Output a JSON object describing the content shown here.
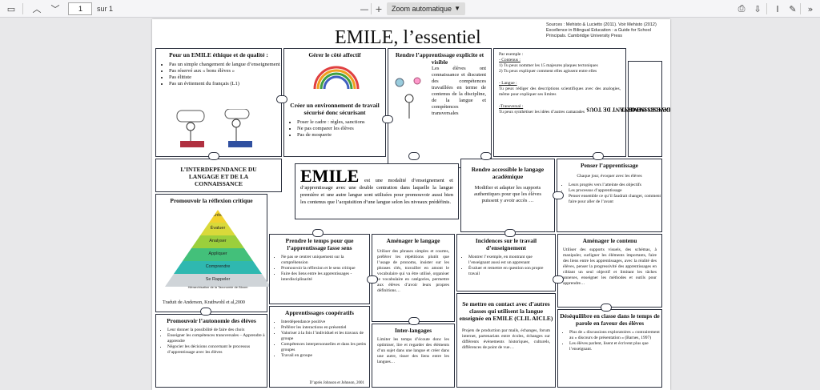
{
  "toolbar": {
    "page_number": "1",
    "page_total": "sur 1",
    "zoom": "Zoom automatique",
    "icons": [
      "sidebar-icon",
      "arrow-up-icon",
      "arrow-down-icon",
      "minus-icon",
      "plus-icon",
      "print-icon",
      "save-icon",
      "text-cursor-icon",
      "pen-icon",
      "more-icon"
    ]
  },
  "doc": {
    "title": "EMILE, l’essentiel",
    "sources": "Sources : Mehisto & Lucietto (2011). Voir Mehisto (2012) Excellence in Bilingual Education : a Guide for School Principals. Cambridge University Press",
    "vertical": "HAUTES EXIGENCES IMPORTANT DE TOUS",
    "vertical2": "INVESTISSEMENT",
    "emile_word": "EMILE",
    "emile_text": "est une modalité d’enseignement et d’apprentissage avec une double centration dans laquelle la langue première et une autre langue sont utilisées pour promouvoir aussi bien les contenus que l’acquisition d’une langue selon les niveaux prédéfinis.",
    "cards": {
      "ethique": {
        "title": "Pour un EMILE éthique et de qualité :",
        "items": [
          "Pas un simple changement de langue d’enseignement",
          "Pas réservé aux « bons élèves »",
          "Pas élitiste",
          "Pas un évitement du français (L1)"
        ]
      },
      "affectif": {
        "title": "Gérer le côté affectif",
        "subtitle": "Créer un environnement de travail sécurisé donc sécurisant",
        "items": [
          "Poser le cadre : règles, sanctions",
          "Ne pas comparer les élèves",
          "Pas de moquerie"
        ]
      },
      "explicite": {
        "title": "Rendre l’apprentissage explicite et visible",
        "text": "Les élèves ont connaissance et discutent des compétences travaillées en terme de contenus de la discipline, de la langue et compétences transversales"
      },
      "exemple": {
        "lines": [
          "Par exemple :",
          "- Contenus :",
          "1) Tu peux nommer les 15 majeures plaques tectoniques",
          "2) Tu peux expliquer comment elles agissent entre elles",
          "- Langue :",
          "Tu peux rédiger des descriptions scientifiques avec des analogies, même pour expliquer ses limites",
          "-Transversal :",
          "Tu peux synthétiser les idées d’autres camarades"
        ]
      },
      "interdep": {
        "title": "L’INTERDEPENDANCE DU LANGAGE ET DE LA CONNAISSANCE"
      },
      "accessible": {
        "title": "Rendre accessible le langage académique",
        "text": "Modifier et adapter les supports authentiques pour que les élèves puissent y avoir accès …"
      },
      "penser": {
        "title": "Penser l’apprentissage",
        "intro": "Chaque jour, évoquer avec les élèves",
        "items": [
          "Leurs progrès vers l’atteinte des objectifs",
          "Les processus d’apprentissage",
          "Penser ensemble ce qu’il faudrait changer, comment faire pour aller de l’avant"
        ]
      },
      "reflexion": {
        "title": "Promouvoir la réflexion critique",
        "levels": [
          "Créer",
          "Évaluer",
          "Analyser",
          "Appliquer",
          "Comprendre",
          "Se Rappeler"
        ],
        "caption_small": "Hiérarchisation de la Taxonomie de Bloom",
        "caption": "Traduit de Anderson, Krathwohl et al,2000"
      },
      "temps": {
        "title": "Prendre le temps pour que l’apprentissage fasse sens",
        "items": [
          "Ne pas se centrer uniquement sur la compréhension",
          "Promouvoir la réflexion et le sens critique",
          "Faire des liens entre les apprentissages - interdisciplinarité"
        ]
      },
      "amenager_langage": {
        "title": "Aménager le langage",
        "text": "Utiliser des phrases simples et courtes, préférer les répétitions plutôt que l’usage de pronoms, insister sur les phrases clés, travailler en amont le vocabulaire qui va être utilisé, organiser le vocabulaire en catégories, permettre aux élèves d’avoir leurs propres définitions…"
      },
      "incidences": {
        "title": "Incidences sur le travail d’enseignement",
        "items": [
          "Montrer l’exemple, en montrant que l’enseignant aussi est un apprenant",
          "Évaluer et remettre en question son propre travail"
        ]
      },
      "amenager_contenu": {
        "title": "Aménager le contenu",
        "text": "Utiliser des supports visuels, des schémas, à manipuler, surligner les éléments importants, faire des liens entre les apprentissages, avec la réalité des élèves, penser la progressivité des apprentissages en ciblant un seul objectif et limitant les tâches annexes, enseigner les méthodes et outils pour apprendre…"
      },
      "autonomie": {
        "title": "Promouvoir l’autonomie des élèves",
        "items": [
          "Leur donner la possibilité de faire des choix",
          "Enseigner les compétences transversales – Apprendre à apprendre",
          "Négocier les décisions concernant le processus d’apprentissage avec les élèves"
        ]
      },
      "cooperatifs": {
        "title": "Apprentissages coopératifs",
        "items": [
          "Interdépendance positive",
          "Préférer les interactions en présentiel",
          "Valoriser à la fois l’individuel et les travaux de groupe",
          "Compétences interpersonnelles et dans les petits groupes",
          "Travail en groupe"
        ],
        "credit": "D’après Johnson et Johnson, 2001"
      },
      "interlangages": {
        "title": "Inter-langages",
        "text": "Limiter les temps d’écoute donc les optimiser, lire et regarder des éléments d’un sujet dans une langue et créer dans une autre, tisser des liens entre les langues…"
      },
      "contact": {
        "title": "Se mettre en contact avec d’autres classes qui utilisent la langue enseignée en EMILE (CLIL AICLE)",
        "text": "Projets de production par mails, échanges, forum internet, partenariats entre écoles, échanges sur différents évènements historiques, culturels, différences de point de vue…"
      },
      "desequilibre": {
        "title": "Déséquilibre en classe dans le temps de parole en faveur des élèves",
        "items": [
          "Plus de « discussions exploratoires » contrairement au « discours de présentation » (Barnes, 1997)",
          "Les élèves parlent, lisent et écrivent plus que l’enseignant."
        ]
      }
    }
  },
  "colors": {
    "pyramid": [
      "#f2d22e",
      "#d9d93a",
      "#9bcf3c",
      "#43c07a",
      "#2fb8b0",
      "#cfd4d8"
    ],
    "border": "#2a2f3d"
  }
}
